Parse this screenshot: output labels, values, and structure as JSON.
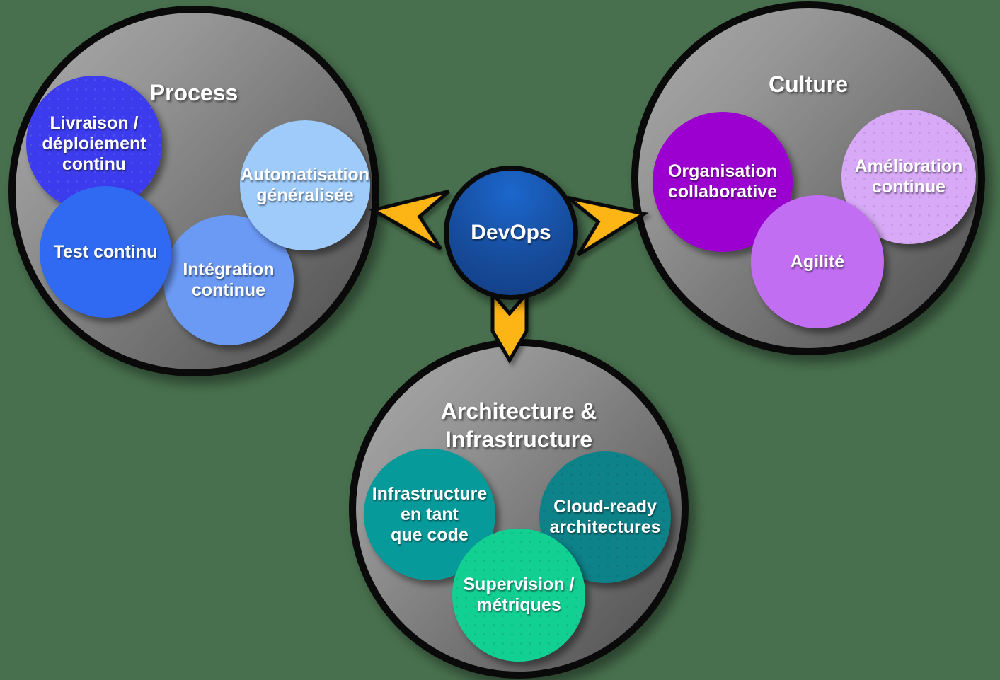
{
  "diagram_title": "DevOps",
  "background_color": "#48704e",
  "center": {
    "label": "DevOps",
    "color_top": "#1c67cd",
    "color_bottom": "#123c80"
  },
  "arrows": {
    "color": "#fcb514",
    "outline_color": "#0a0a0a",
    "directions": [
      "left",
      "right",
      "down"
    ]
  },
  "groups": {
    "process": {
      "title": "Process",
      "items": [
        {
          "label": "Livraison /\ndéploiement\ncontinu",
          "color": "#3c3cee"
        },
        {
          "label": "Test continu",
          "color": "#3069f2"
        },
        {
          "label": "Intégration\ncontinue",
          "color": "#6b9af5"
        },
        {
          "label": "Automatisation\ngénéralisée",
          "color": "#9ecbfa"
        }
      ]
    },
    "culture": {
      "title": "Culture",
      "items": [
        {
          "label": "Organisation\ncollaborative",
          "color": "#9c00d1"
        },
        {
          "label": "Agilité",
          "color": "#c16ef2"
        },
        {
          "label": "Amélioration\ncontinue",
          "color": "#d7a9f6"
        }
      ]
    },
    "architecture": {
      "title": "Architecture &\nInfrastructure",
      "items": [
        {
          "label": "Infrastructure\nen tant\nque code",
          "color": "#069a9a"
        },
        {
          "label": "Cloud-ready\narchitectures",
          "color": "#0e8289"
        },
        {
          "label": "Supervision /\nmétriques",
          "color": "#12cf92"
        }
      ]
    }
  }
}
